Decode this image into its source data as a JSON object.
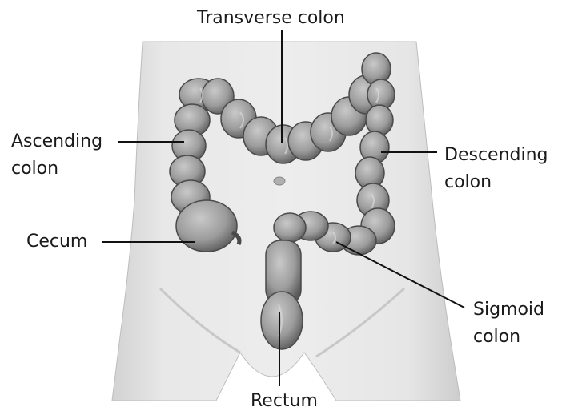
{
  "labels": {
    "transverse": "Transverse colon",
    "ascending_line1": "Ascending",
    "ascending_line2": "colon",
    "descending_line1": "Descending",
    "descending_line2": "colon",
    "cecum": "Cecum",
    "sigmoid_line1": "Sigmoid",
    "sigmoid_line2": "colon",
    "rectum": "Rectum"
  },
  "colors": {
    "background": "#ffffff",
    "torso": "#e6e6e6",
    "torso_shadow": "#cfcfcf",
    "colon": "#9a9a9a",
    "colon_dark": "#5e5e5e",
    "colon_light": "#c4c4c4",
    "leader_line": "#111111",
    "text": "#1a1a1a"
  }
}
